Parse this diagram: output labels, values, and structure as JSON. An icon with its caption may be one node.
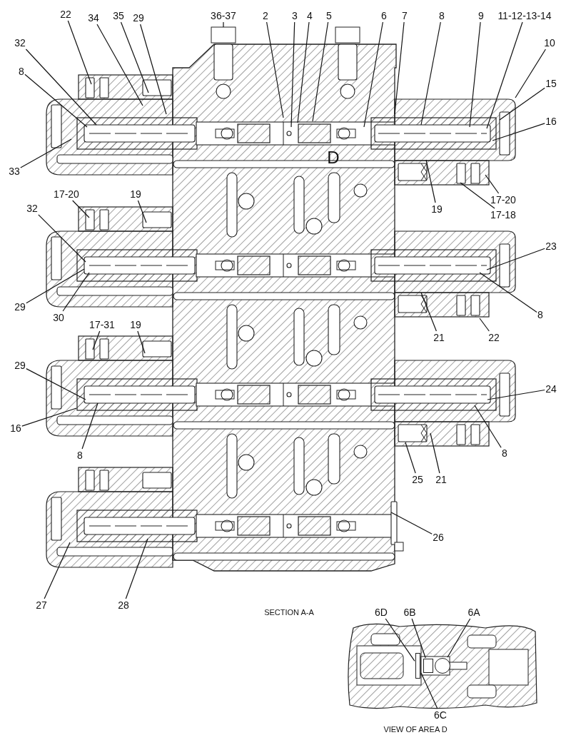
{
  "diagram": {
    "nodes": [
      {
        "text": [
          "22"
        ]
      },
      {
        "text": [
          "34"
        ]
      },
      {
        "text": [
          "35"
        ]
      },
      {
        "text": [
          "29"
        ]
      },
      {
        "text": [
          "36-37"
        ]
      },
      {
        "text": [
          "2"
        ]
      },
      {
        "text": [
          "3"
        ]
      },
      {
        "text": [
          "4"
        ]
      },
      {
        "text": [
          "5"
        ]
      },
      {
        "text": [
          "6"
        ]
      },
      {
        "text": [
          "7"
        ]
      },
      {
        "text": [
          "8"
        ]
      },
      {
        "text": [
          "9"
        ]
      },
      {
        "text": [
          "11-12-13-14"
        ]
      },
      {
        "text": [
          "32"
        ]
      },
      {
        "text": [
          "10"
        ]
      },
      {
        "text": [
          "8"
        ]
      },
      {
        "text": [
          "15"
        ]
      },
      {
        "text": [
          "16"
        ]
      },
      {
        "text": [
          "33"
        ]
      },
      {
        "text": [
          "19"
        ]
      },
      {
        "text": [
          "17-20"
        ]
      },
      {
        "text": [
          "17-18"
        ]
      },
      {
        "text": [
          "17-20"
        ]
      },
      {
        "text": [
          "19"
        ]
      },
      {
        "text": [
          "32"
        ]
      },
      {
        "text": [
          "23"
        ]
      },
      {
        "text": [
          "29"
        ]
      },
      {
        "text": [
          "30"
        ]
      },
      {
        "text": [
          "8"
        ]
      },
      {
        "text": [
          "17-31"
        ]
      },
      {
        "text": [
          "19"
        ]
      },
      {
        "text": [
          "21"
        ]
      },
      {
        "text": [
          "22"
        ]
      },
      {
        "text": [
          "29"
        ]
      },
      {
        "text": [
          "24"
        ]
      },
      {
        "text": [
          "16"
        ]
      },
      {
        "text": [
          "8"
        ]
      },
      {
        "text": [
          "8"
        ]
      },
      {
        "text": [
          "25"
        ]
      },
      {
        "text": [
          "21"
        ]
      },
      {
        "text": [
          "26"
        ]
      },
      {
        "text": [
          "27"
        ]
      },
      {
        "text": [
          "28"
        ]
      },
      {
        "text": [
          "6D"
        ]
      },
      {
        "text": [
          "6B"
        ]
      },
      {
        "text": [
          "6A"
        ]
      },
      {
        "text": [
          "6C"
        ]
      },
      {
        "text": [],
        "shape": "circle"
      },
      {
        "text": [],
        "shape": "box"
      },
      {
        "text": [],
        "shape": "box"
      }
    ],
    "edges": [
      {
        "from": 0,
        "to": null,
        "arrow": "none"
      },
      {
        "from": 1,
        "to": null,
        "arrow": "none"
      },
      {
        "from": 2,
        "to": null,
        "arrow": "none"
      },
      {
        "from": 3,
        "to": null,
        "arrow": "none"
      },
      {
        "from": 4,
        "to": null,
        "arrow": "none"
      },
      {
        "from": 5,
        "to": null,
        "arrow": "none"
      },
      {
        "from": 6,
        "to": null,
        "arrow": "none"
      },
      {
        "from": 7,
        "to": null,
        "arrow": "none"
      },
      {
        "from": 8,
        "to": null,
        "arrow": "none"
      },
      {
        "from": 9,
        "to": null,
        "arrow": "none"
      },
      {
        "from": 10,
        "to": null,
        "arrow": "none"
      },
      {
        "from": 11,
        "to": null,
        "arrow": "none"
      },
      {
        "from": 12,
        "to": null,
        "arrow": "none"
      },
      {
        "from": 13,
        "to": null,
        "arrow": "none"
      },
      {
        "from": 14,
        "to": null,
        "arrow": "none"
      },
      {
        "from": 15,
        "to": null,
        "arrow": "none"
      },
      {
        "from": 16,
        "to": null,
        "arrow": "none"
      },
      {
        "from": 17,
        "to": null,
        "arrow": "none"
      },
      {
        "from": 18,
        "to": null,
        "arrow": "none"
      },
      {
        "from": 19,
        "to": null,
        "arrow": "none"
      },
      {
        "from": 20,
        "to": null,
        "arrow": "none"
      },
      {
        "from": 21,
        "to": null,
        "arrow": "none"
      },
      {
        "from": 22,
        "to": null,
        "arrow": "none"
      },
      {
        "from": 23,
        "to": null,
        "arrow": "none"
      },
      {
        "from": 24,
        "to": null,
        "arrow": "none"
      },
      {
        "from": 25,
        "to": null,
        "arrow": "none"
      },
      {
        "from": 26,
        "to": null,
        "arrow": "none"
      },
      {
        "from": 27,
        "to": null,
        "arrow": "none"
      },
      {
        "from": 28,
        "to": null,
        "arrow": "none"
      },
      {
        "from": 29,
        "to": null,
        "arrow": "none"
      },
      {
        "from": 30,
        "to": null,
        "arrow": "none"
      },
      {
        "from": 31,
        "to": null,
        "arrow": "none"
      },
      {
        "from": 32,
        "to": null,
        "arrow": "none"
      },
      {
        "from": 33,
        "to": null,
        "arrow": "none"
      },
      {
        "from": 34,
        "to": null,
        "arrow": "none"
      },
      {
        "from": 35,
        "to": null,
        "arrow": "none"
      },
      {
        "from": 36,
        "to": null,
        "arrow": "none"
      },
      {
        "from": 37,
        "to": null,
        "arrow": "none"
      },
      {
        "from": 38,
        "to": null,
        "arrow": "none"
      },
      {
        "from": 39,
        "to": null,
        "arrow": "none"
      },
      {
        "from": 40,
        "to": null,
        "arrow": "none"
      },
      {
        "from": 41,
        "to": null,
        "arrow": "none"
      },
      {
        "from": 42,
        "to": null,
        "arrow": "none"
      },
      {
        "from": 43,
        "to": null,
        "arrow": "none"
      },
      {
        "from": 44,
        "to": 49,
        "arrow": "none"
      },
      {
        "from": 45,
        "to": 50,
        "arrow": "none"
      },
      {
        "from": 46,
        "to": 48,
        "arrow": "none"
      },
      {
        "from": 47,
        "to": 49,
        "arrow": "none"
      }
    ],
    "labels": [
      "D",
      "SECTION A-A",
      "VIEW OF AREA D"
    ]
  }
}
